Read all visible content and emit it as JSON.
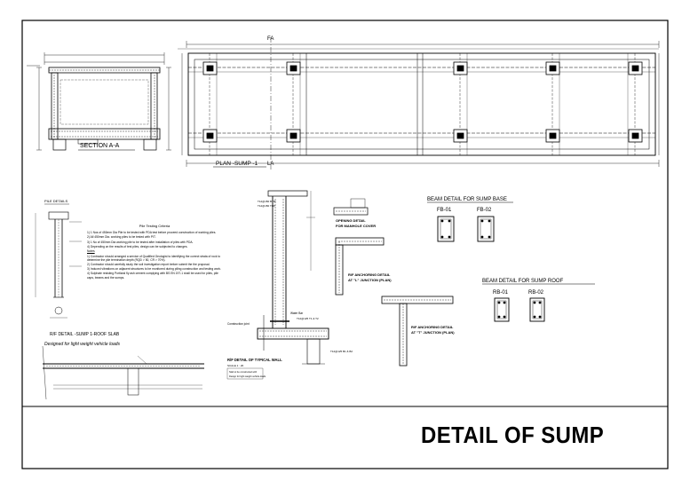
{
  "drawing": {
    "title": "DETAIL OF SUMP",
    "section_title": "SECTION A-A",
    "plan_title": "PLAN -SUMP -1",
    "section_marker_top": "FA",
    "section_marker_bottom": "LA",
    "pile_details_title": "PILE DETAILS",
    "pile_testing_title": "Pile Testing Criteria",
    "pile_testing_items": [
      "1) 1 Nos of 450mm Dia Pile to be tested with PDA test before proceed construction of working piles.",
      "2) All 450mm Dia. working piles to be tested with PIT.",
      "3) 1 No of 450mm Dia working pile to be tested after installation of piles with PDA.",
      "4) Depending on the results of test piles, design can be subjected to changes."
    ],
    "notes_title": "Notes",
    "notes_items": [
      "1) Contractor should arranged a service of Qualified Geologist to identifying the correct strata of rock to determine the pile termination depth (RQD > 50, CR > 70%).",
      "2) Contractor should carefully study the soil investigation report before submit the the proposal.",
      "3) Induced vibrations on adjacent structures to be monitored during piling construction and testing work.",
      "4) Sulphate resisting Portland fly ash cement complying with BS EN 197-1 shall be used for piles, pile caps, beams and the sumps."
    ],
    "roof_slab_title": "R/F DETAIL -SUMP 1-ROOF SLAB",
    "roof_slab_subtitle": "Designed for light weight vehicle loads",
    "wall_title": "R/F DETAIL OF TYPICAL WALL",
    "wall_scale": "SCALE 1 : 20",
    "opening_title_1": "OPENING DETAIL",
    "opening_title_2": "FOR MANHOLE COVER",
    "anchor_l_title_1": "R/F ANCHORING DETAIL",
    "anchor_l_title_2": "AT \"L\" JUNCTION (PLAN)",
    "anchor_t_title_1": "R/F ANCHORING DETAIL",
    "anchor_t_title_2": "AT \"T\" JUNCTION (PLAN)",
    "beam_base_title": "BEAM DETAIL FOR SUMP BASE",
    "beam_roof_title": "BEAM DETAIL FOR SUMP ROOF",
    "beams": {
      "fb1": "FB-01",
      "fb2": "FB-02",
      "rb1": "RB-01",
      "rb2": "RB-02"
    },
    "callouts": {
      "construction_joint": "Construction joint",
      "water_bar": "Water Bar",
      "t_bars_1": "T12@125 T1 & T2",
      "t_bars_2": "T12@125 B1 & B2",
      "t_bars_top": "T12@150 BTM",
      "t_bars_top_2": "T12@150 TOP",
      "base_note": "Design for light weight vehicle loads",
      "base_note_2": "Slab to be constructed with"
    }
  }
}
